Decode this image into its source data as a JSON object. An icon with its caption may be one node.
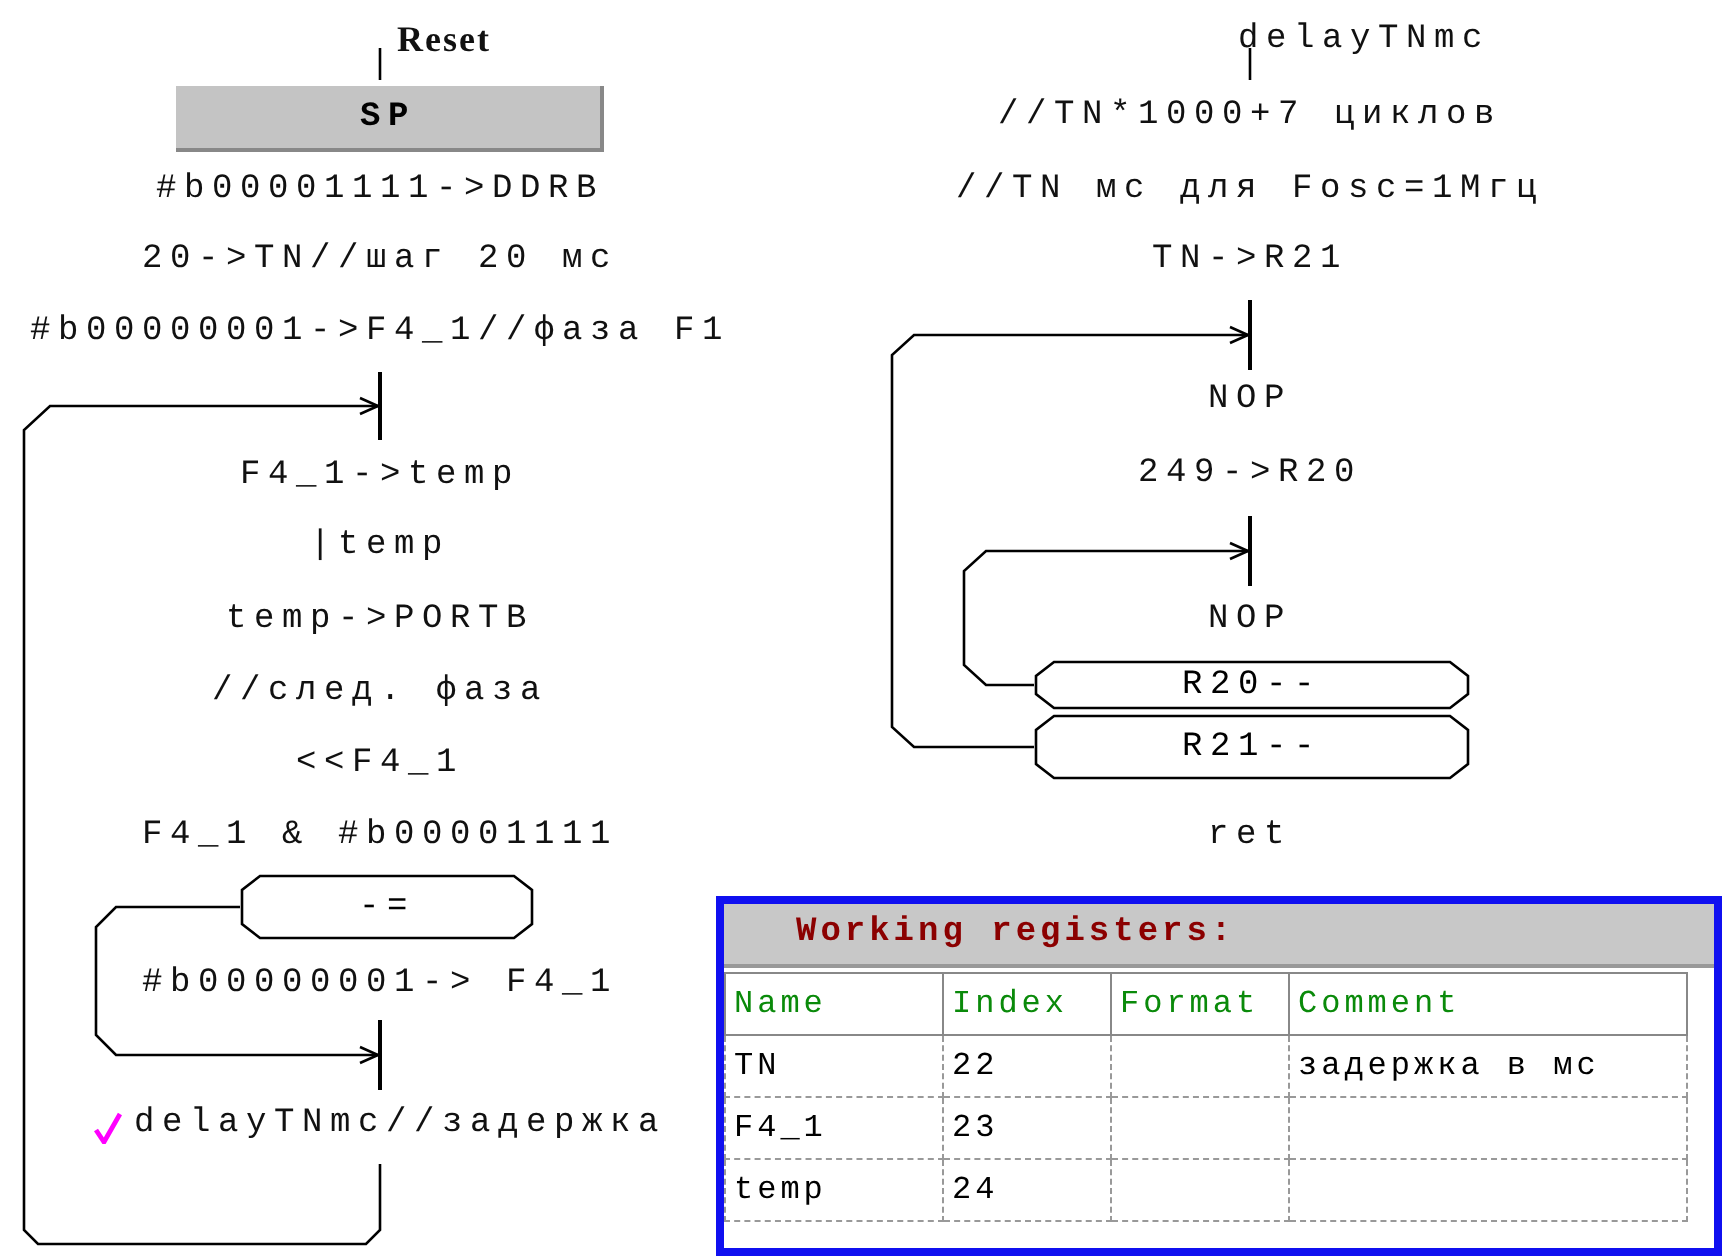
{
  "diagram": {
    "nodes": [
      {
        "text": [
          "SP"
        ]
      },
      {
        "text": [
          "-="
        ]
      },
      {
        "text": [
          "R20--"
        ]
      },
      {
        "text": [
          "R21--"
        ]
      },
      {
        "text": [],
        "shape": "bar"
      },
      {
        "text": [],
        "shape": "bar"
      },
      {
        "text": [],
        "shape": "bar"
      },
      {
        "text": [],
        "shape": "bar"
      }
    ],
    "edges": [
      {
        "from": 1,
        "to": 5,
        "arrow": "to"
      },
      {
        "from": 2,
        "to": 7,
        "arrow": "to"
      },
      {
        "from": 3,
        "to": 6,
        "arrow": "to"
      },
      {
        "from": null,
        "to": 4,
        "arrow": "to"
      }
    ],
    "labels": [
      "Reset",
      "#b00001111->DDRB",
      "20->TN//шаг 20 мс",
      "#b00000001->F4_1//фаза F1",
      "F4_1->temp",
      "|temp",
      "temp->PORTB",
      "//след. фаза",
      "<<F4_1",
      "F4_1 & #b00001111",
      "#b00000001-> F4_1",
      "delayTNmc//задержка",
      "delayTNmc",
      "//TN*1000+7 циклов",
      "//TN мс для Fosc=1Мгц",
      "TN->R21",
      "NOP",
      "249->R20",
      "NOP",
      "ret",
      "Working registers:",
      "Name",
      "Index",
      "Format",
      "Comment",
      "TN",
      "22",
      "задержка в мс",
      "F4_1",
      "23",
      "temp",
      "24"
    ]
  }
}
